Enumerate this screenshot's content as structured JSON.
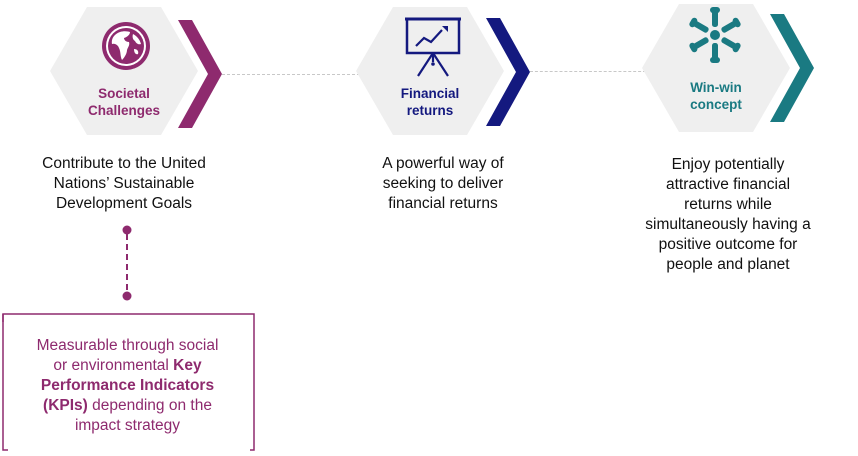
{
  "colors": {
    "purple": "#8e2a6e",
    "navy": "#14197f",
    "teal": "#1a7a82",
    "hex_bg": "#efefef",
    "connector": "#c8c8c8"
  },
  "items": [
    {
      "icon": "globe-icon",
      "label_line1": "Societal",
      "label_line2": "Challenges",
      "desc_lines": [
        "Contribute to the United",
        "Nations’ Sustainable",
        "Development Goals"
      ]
    },
    {
      "icon": "chart-presentation-icon",
      "label_line1": "Financial",
      "label_line2": "returns",
      "desc_lines": [
        "A powerful way of",
        "seeking to deliver",
        "financial returns"
      ]
    },
    {
      "icon": "joined-hands-icon",
      "label_line1": "Win-win",
      "label_line2": "concept",
      "desc_lines": [
        "Enjoy potentially",
        "attractive financial",
        "returns while",
        "simultaneously having a",
        "positive outcome for",
        "people and planet"
      ]
    }
  ],
  "kpi": {
    "line1": "Measurable through social",
    "line2_pre": "or environmental ",
    "line2_bold": "Key",
    "line3_bold": "Performance Indicators",
    "line4_bold": "(KPIs)",
    "line4_post": " depending on the",
    "line5": "impact strategy"
  }
}
